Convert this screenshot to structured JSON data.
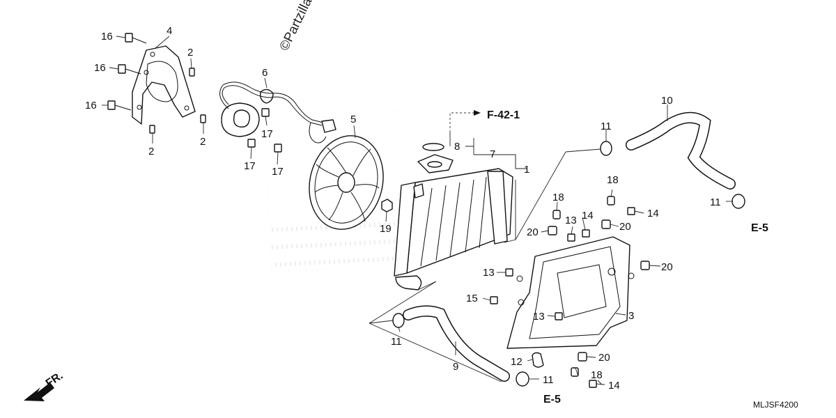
{
  "watermark": "©Partzilla.com",
  "diagram_code": "MLJSF4200",
  "front_marker": "FR.",
  "refs": {
    "upper": "F-42-1",
    "right": "E-5",
    "bottom": "E-5"
  },
  "callouts": {
    "c1": "1",
    "c2a": "2",
    "c2b": "2",
    "c2c": "2",
    "c3": "3",
    "c4": "4",
    "c5": "5",
    "c6": "6",
    "c7": "7",
    "c8": "8",
    "c9": "9",
    "c10": "10",
    "c11a": "11",
    "c11b": "11",
    "c11c": "11",
    "c11d": "11",
    "c12": "12",
    "c13a": "13",
    "c13b": "13",
    "c13c": "13",
    "c14a": "14",
    "c14b": "14",
    "c14c": "14",
    "c15": "15",
    "c16a": "16",
    "c16b": "16",
    "c16c": "16",
    "c17a": "17",
    "c17b": "17",
    "c17c": "17",
    "c18a": "18",
    "c18b": "18",
    "c18c": "18",
    "c19": "19",
    "c20a": "20",
    "c20b": "20",
    "c20c": "20",
    "c20d": "20"
  }
}
